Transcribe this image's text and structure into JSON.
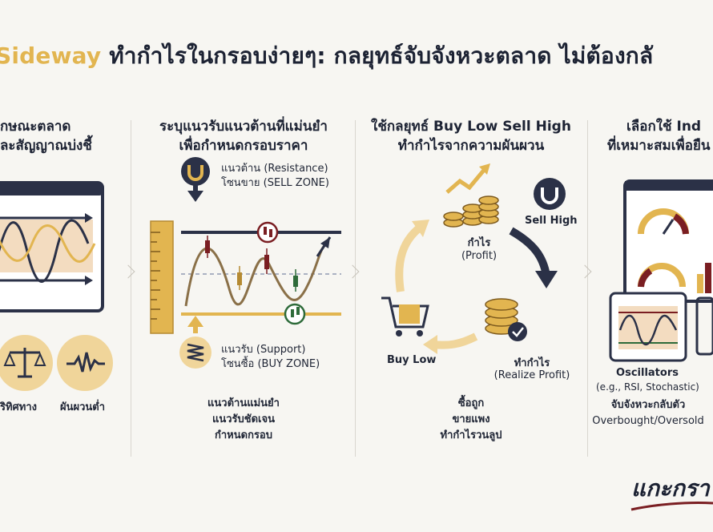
{
  "title": {
    "accent": "Sideway",
    "rest": " ทำกำไรในกรอบง่ายๆ: กลยุทธ์จับจังหวะตลาด ไม่ต้องกลั"
  },
  "col1": {
    "head1": "กษณะตลาด",
    "head2": "ละสัญญาณบ่งชี้",
    "label_left": "ริทิศทาง",
    "label_right": "ผันผวนต่ำ"
  },
  "col2": {
    "head1": "ระบุแนวรับแนวต้านที่แม่นยำ",
    "head2": "เพื่อกำหนดกรอบราคา",
    "resistance_1": "แนวต้าน (Resistance)",
    "resistance_2": "โซนขาย (SELL ZONE)",
    "support_1": "แนวรับ (Support)",
    "support_2": "โซนซื้อ (BUY ZONE)",
    "caption_1": "แนวต้านแม่นยำ",
    "caption_2": "แนวรับชัดเจน",
    "caption_3": "กำหนดกรอบ"
  },
  "col3": {
    "head1": "ใช้กลยุทธ์ Buy Low Sell High",
    "head2": "ทำกำไรจากความผันผวน",
    "profit_1": "กำไร",
    "profit_2": "(Profit)",
    "sell_high": "Sell High",
    "buy_low": "Buy Low",
    "realize_1": "ทำกำไร",
    "realize_2": "(Realize Profit)",
    "caption_1": "ซื้อถูก",
    "caption_2": "ขายแพง",
    "caption_3": "ทำกำไรวนลูป"
  },
  "col4": {
    "head1": "เลือกใช้ Ind",
    "head2": "ที่เหมาะสมเพื่อยืน",
    "osc_1": "Oscillators",
    "osc_2": "(e.g., RSI, Stochastic)",
    "caption_1": "จับจังหวะกลับตัว",
    "caption_2": "Overbought/Oversold"
  },
  "brand": "แกะกรา",
  "colors": {
    "navy": "#2b3147",
    "gold": "#e2b550",
    "gold_light": "#f0d59a",
    "maroon": "#7a1e22",
    "green": "#2e6b3a"
  }
}
